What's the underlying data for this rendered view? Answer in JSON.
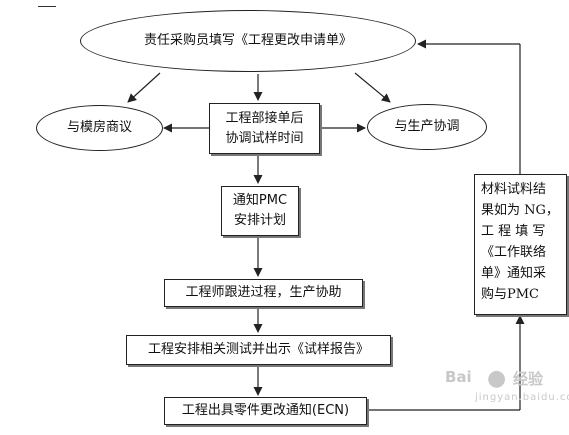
{
  "nodes": {
    "start": "责任采购员填写《工程更改申请单》",
    "mold_shop": "与模房商议",
    "engineering_dept": "工程部接单后\n协调试样时间",
    "production_coord": "与生产协调",
    "notify_pmc": "通知PMC\n安排计划",
    "engineer_follow": "工程师跟进过程，生产协助",
    "test_report": "工程安排相关测试并出示《试样报告》",
    "ecn": "工程出具零件更改通知(ECN)",
    "ng_feedback": "材料试料结\n果如为 NG，\n工 程 填 写\n《工作联络\n单》通知采\n购与PMC"
  },
  "watermark": {
    "brand_left": "Bai",
    "brand_right": "经验",
    "url": "jingyan.baidu.com"
  }
}
